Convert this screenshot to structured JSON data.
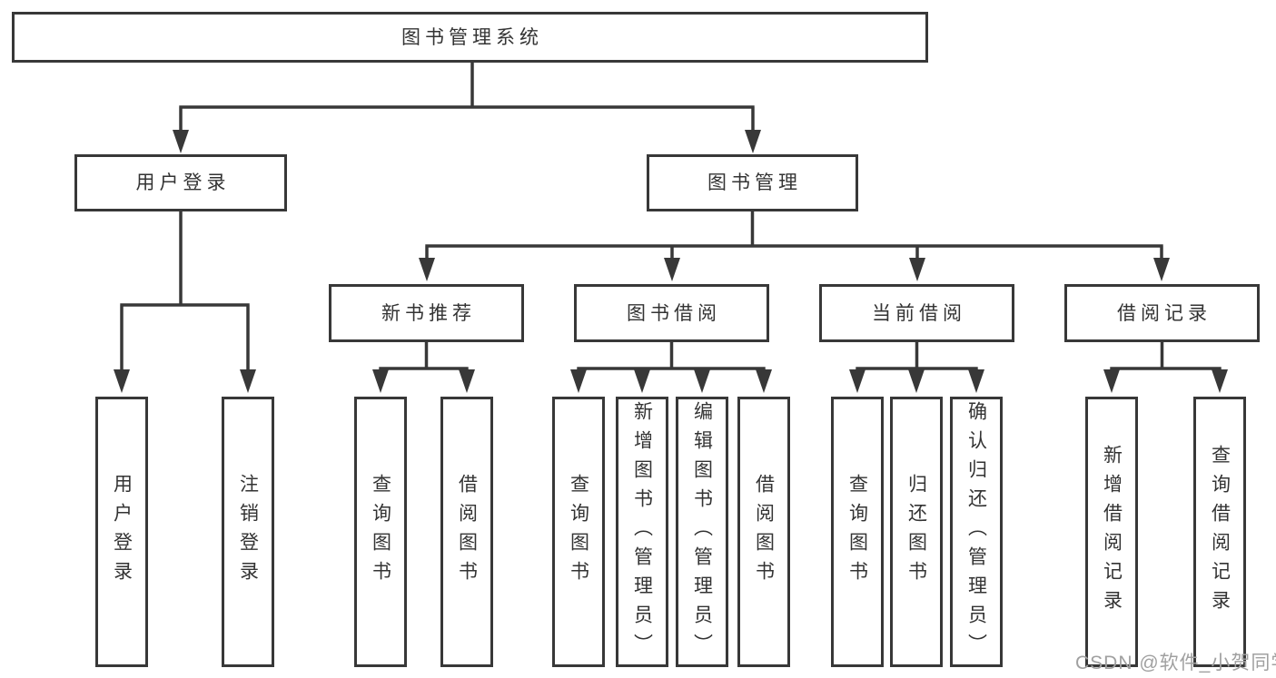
{
  "diagram": {
    "root": {
      "label": "图书管理系统"
    },
    "level2": {
      "user_login": {
        "label": "用户登录"
      },
      "book_mgmt": {
        "label": "图书管理"
      }
    },
    "level3": {
      "new_book_rec": {
        "label": "新书推荐"
      },
      "book_borrow": {
        "label": "图书借阅"
      },
      "current_borrow": {
        "label": "当前借阅"
      },
      "borrow_records": {
        "label": "借阅记录"
      }
    },
    "leaves": {
      "user_login": {
        "label": "用户登录"
      },
      "logout": {
        "label": "注销登录"
      },
      "rec_query_book": {
        "label": "查询图书"
      },
      "rec_borrow_book": {
        "label": "借阅图书"
      },
      "bb_query_book": {
        "label": "查询图书"
      },
      "bb_add_book": {
        "label": "新增图书（管理员）"
      },
      "bb_edit_book": {
        "label": "编辑图书（管理员）"
      },
      "bb_borrow_book": {
        "label": "借阅图书"
      },
      "cb_query_book": {
        "label": "查询图书"
      },
      "cb_return_book": {
        "label": "归还图书"
      },
      "cb_confirm_return": {
        "label": "确认归还（管理员）"
      },
      "br_add_record": {
        "label": "新增借阅记录"
      },
      "br_query_record": {
        "label": "查询借阅记录"
      }
    },
    "edges": [
      {
        "from": "图书管理系统",
        "to": [
          "用户登录",
          "图书管理"
        ]
      },
      {
        "from": "用户登录",
        "to": [
          "用户登录",
          "注销登录"
        ]
      },
      {
        "from": "图书管理",
        "to": [
          "新书推荐",
          "图书借阅",
          "当前借阅",
          "借阅记录"
        ]
      },
      {
        "from": "新书推荐",
        "to": [
          "查询图书",
          "借阅图书"
        ]
      },
      {
        "from": "图书借阅",
        "to": [
          "查询图书",
          "新增图书（管理员）",
          "编辑图书（管理员）",
          "借阅图书"
        ]
      },
      {
        "from": "当前借阅",
        "to": [
          "查询图书",
          "归还图书",
          "确认归还（管理员）"
        ]
      },
      {
        "from": "借阅记录",
        "to": [
          "新增借阅记录",
          "查询借阅记录"
        ]
      }
    ]
  },
  "watermark": {
    "text": "CSDN @软件_小贺同学"
  },
  "colors": {
    "line": "#383838",
    "box_border": "#383838",
    "text": "#333333",
    "background": "#ffffff",
    "watermark": "#a0a0a0"
  }
}
